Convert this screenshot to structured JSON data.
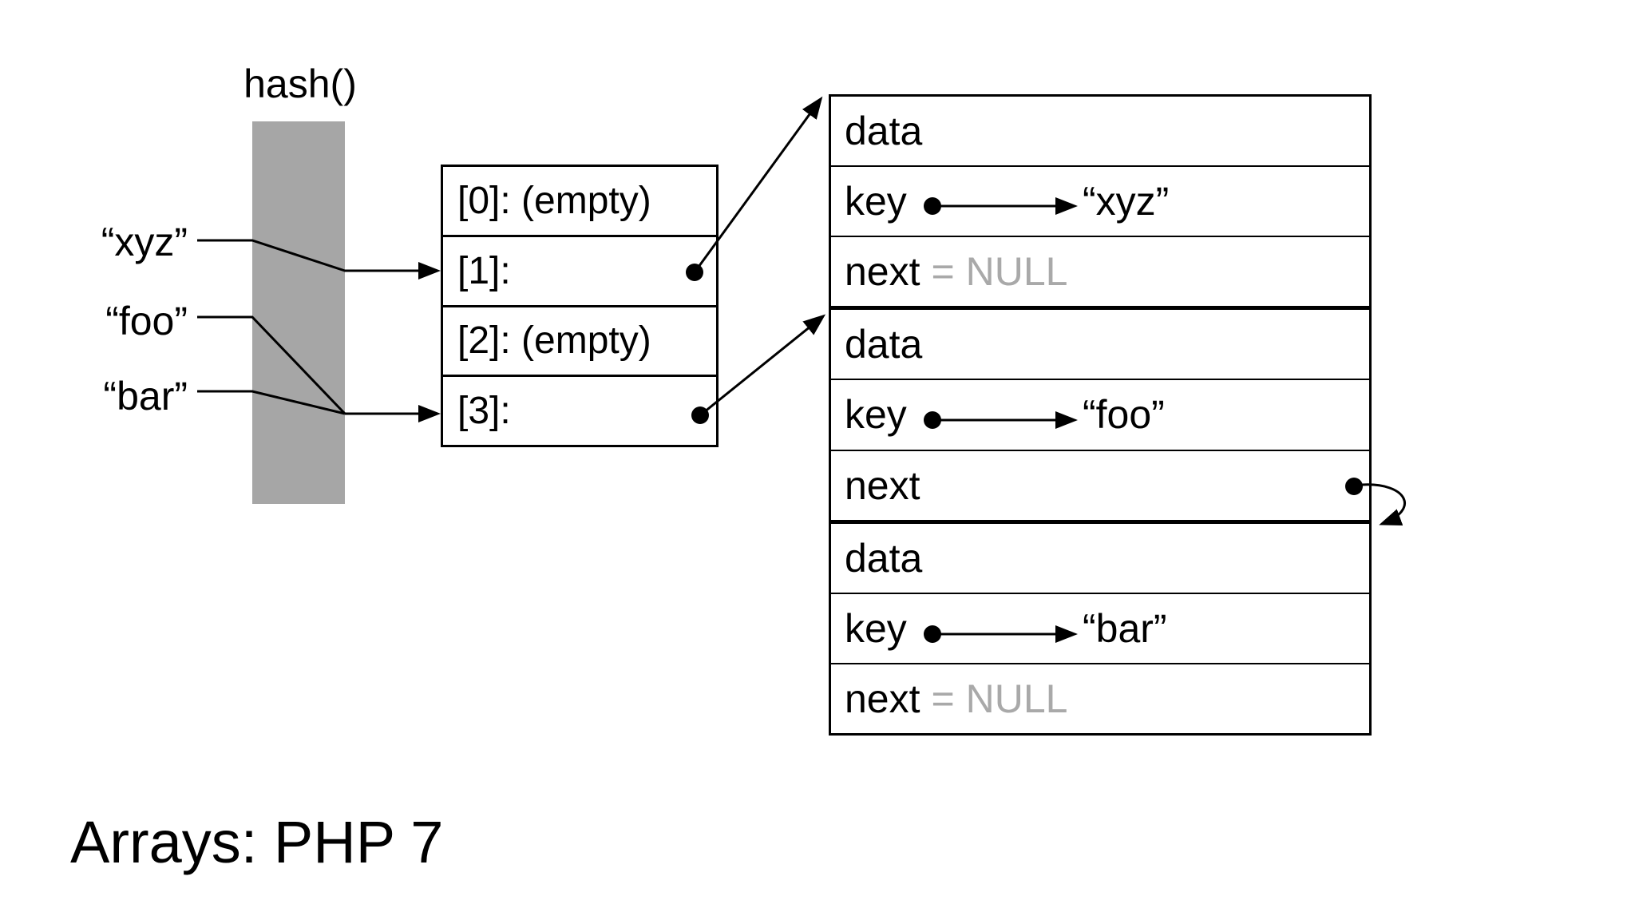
{
  "title": "Arrays: PHP 7",
  "hash_function": {
    "label": "hash()"
  },
  "inputs": [
    {
      "label": "“xyz”"
    },
    {
      "label": "“foo”"
    },
    {
      "label": "“bar”"
    }
  ],
  "bucket_table": {
    "rows": [
      {
        "label": "[0]: (empty)"
      },
      {
        "label": "[1]:"
      },
      {
        "label": "[2]: (empty)"
      },
      {
        "label": "[3]:"
      }
    ]
  },
  "node_table": {
    "rows": [
      {
        "label": "data"
      },
      {
        "label": "key",
        "value": "“xyz”"
      },
      {
        "label": "next",
        "suffix": "= NULL"
      },
      {
        "label": "data"
      },
      {
        "label": "key",
        "value": "“foo”"
      },
      {
        "label": "next"
      },
      {
        "label": "data"
      },
      {
        "label": "key",
        "value": "“bar”"
      },
      {
        "label": "next",
        "suffix": "= NULL"
      }
    ]
  },
  "colors": {
    "hash_bar_gray": "#a6a6a6",
    "null_text_gray": "#a9a9a9",
    "line_color": "#000000",
    "background": "#ffffff"
  }
}
